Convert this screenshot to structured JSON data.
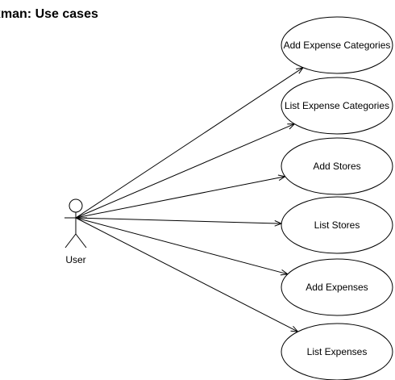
{
  "title": "xman: Use cases",
  "actor": {
    "label": "User"
  },
  "use_cases": [
    {
      "id": "add-expense-categories",
      "label": "Add Expense Categories"
    },
    {
      "id": "list-expense-categories",
      "label": "List Expense Categories"
    },
    {
      "id": "add-stores",
      "label": "Add Stores"
    },
    {
      "id": "list-stores",
      "label": "List Stores"
    },
    {
      "id": "add-expenses",
      "label": "Add Expenses"
    },
    {
      "id": "list-expenses",
      "label": "List Expenses"
    }
  ],
  "colors": {
    "stroke": "#000000",
    "fill": "#ffffff",
    "text": "#000000"
  }
}
